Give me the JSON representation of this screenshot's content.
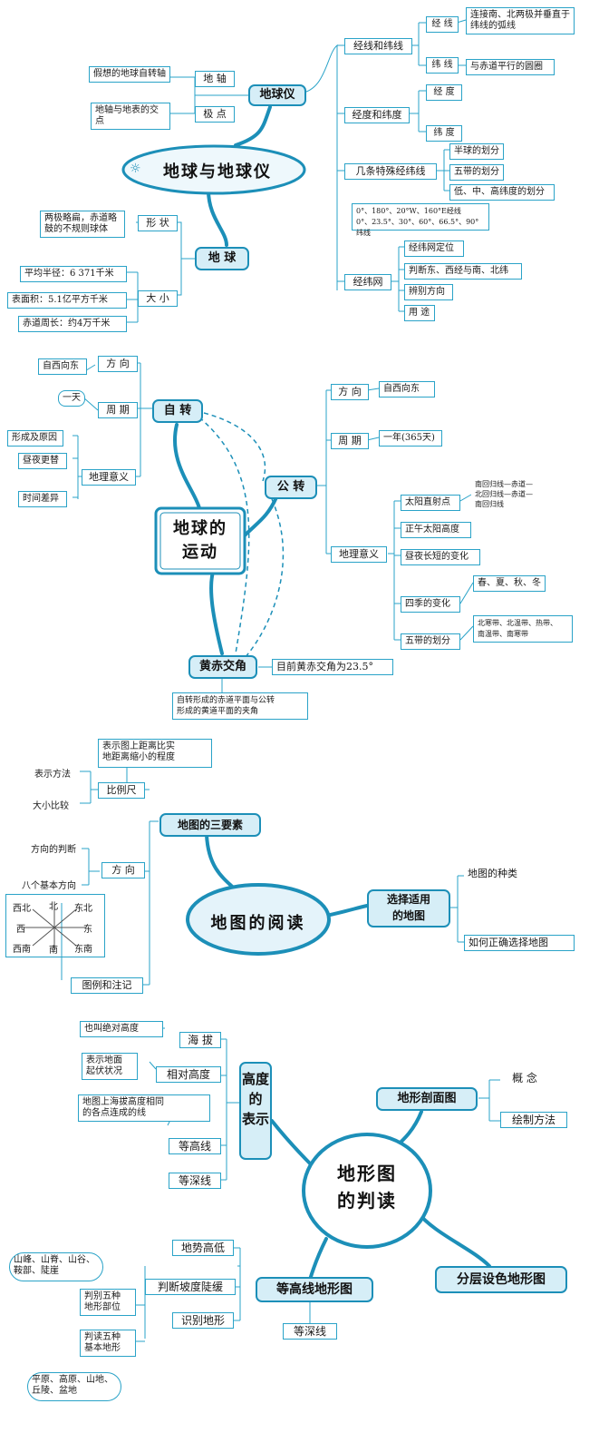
{
  "s1": {
    "center": "地球与地球仪",
    "globe": "地球仪",
    "earth": "地 球",
    "axis": "地 轴",
    "axis_desc": "假想的地球自转轴",
    "pole": "极 点",
    "pole_desc": "地轴与地表的交点",
    "shape": "形 状",
    "shape_desc": "两极略扁，赤道略鼓的不规则球体",
    "size": "大 小",
    "radius": "平均半径：6 371千米",
    "surface": "表面积：5.1亿平方千米",
    "equator_len": "赤道周长：约4万千米",
    "lines": "经线和纬线",
    "meridian": "经 线",
    "meridian_desc": "连接南、北两极并垂直于纬线的弧线",
    "parallel": "纬 线",
    "parallel_desc": "与赤道平行的圆圈",
    "degrees": "经度和纬度",
    "longitude": "经 度",
    "latitude": "纬 度",
    "special": "几条特殊经纬线",
    "hemisphere": "半球的划分",
    "zones": "五带的划分",
    "low_high": "低、中、高纬度的划分",
    "special_desc": "0°、180°、20°W、160°E经线\n0°、23.5°、30°、60°、66.5°、90°纬线",
    "grid": "经纬网",
    "grid_locate": "经纬网定位",
    "grid_judge": "判断东、西经与南、北纬",
    "grid_dir": "辨别方向",
    "grid_use": "用 途"
  },
  "s2": {
    "center": "地球的\n运动",
    "rotation": "自 转",
    "revolution": "公 转",
    "obliquity": "黄赤交角",
    "rot_dir": "方 向",
    "rot_dir_desc": "自西向东",
    "rot_period": "周 期",
    "rot_period_desc": "一天",
    "rot_geo": "地理意义",
    "rot_geo_1": "形成及原因",
    "rot_geo_2": "昼夜更替",
    "rot_geo_3": "时间差异",
    "rev_dir": "方 向",
    "rev_dir_desc": "自西向东",
    "rev_period": "周 期",
    "rev_period_desc": "一年(365天)",
    "rev_geo": "地理意义",
    "sun_direct": "太阳直射点",
    "sun_direct_desc": "南回归线—赤道—\n北回归线—赤道—\n南回归线",
    "noon_height": "正午太阳高度",
    "day_length": "昼夜长短的变化",
    "seasons": "四季的变化",
    "seasons_desc": "春、夏、秋、冬",
    "zones5": "五带的划分",
    "zones5_desc": "北寒带、北温带、热带、\n南温带、南寒带",
    "obliquity_now": "目前黄赤交角为23.5°",
    "obliquity_desc": "自转形成的赤道平面与公转\n形成的黄道平面的夹角"
  },
  "s3": {
    "center": "地图的阅读",
    "three": "地图的三要素",
    "choose": "选择适用\n的地图",
    "map_kind": "地图的种类",
    "map_choose": "如何正确选择地图",
    "scale": "比例尺",
    "scale_desc": "表示图上距离比实\n地距离缩小的程度",
    "scale_method": "表示方法",
    "scale_compare": "大小比较",
    "direction": "方 向",
    "dir_judge": "方向的判断",
    "dir_eight": "八个基本方向",
    "nw": "西北",
    "n": "北",
    "ne": "东北",
    "w": "西",
    "e": "东",
    "sw": "西南",
    "s": "南",
    "se": "东南",
    "legend": "图例和注记"
  },
  "s4": {
    "center": "地形图\n的判读",
    "height": "高度\n的\n表示",
    "profile": "地形剖面图",
    "concept": "概 念",
    "draw": "绘制方法",
    "layered": "分层设色地形图",
    "contour_map": "等高线地形图",
    "altitude": "海 拔",
    "altitude_desc": "也叫绝对高度",
    "relative": "相对高度",
    "relative_desc": "表示地面\n起伏状况",
    "contour": "等高线",
    "contour_desc": "地图上海拔高度相同\n的各点连成的线",
    "isobath": "等深线",
    "terrain_level": "地势高低",
    "slope": "判断坡度陡缓",
    "identify": "识别地形",
    "five_parts": "判别五种\n地形部位",
    "five_parts_desc": "山峰、山脊、山谷、\n鞍部、陡崖",
    "five_forms": "判读五种\n基本地形",
    "five_forms_desc": "平原、高原、山地、\n丘陵、盆地",
    "isobath2": "等深线"
  }
}
